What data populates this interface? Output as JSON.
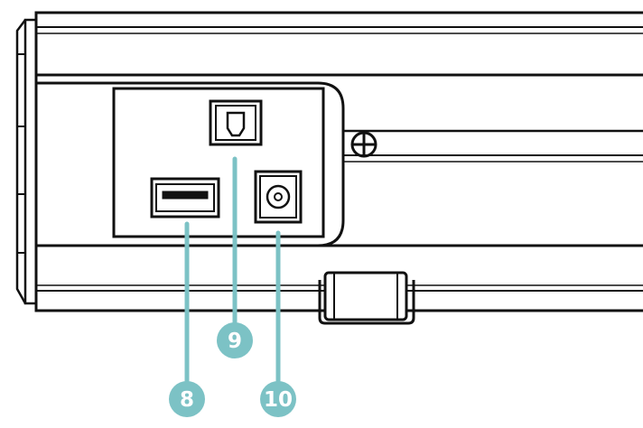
{
  "colors": {
    "outline": "#111111",
    "callout": "#7cc2c5",
    "callout_text": "#ffffff",
    "background": "#ffffff"
  },
  "icons": {
    "usb_port": "usb-port-icon",
    "optical_port": "optical-port-icon",
    "dc_power_port": "dc-power-port-icon",
    "screw": "screw-icon",
    "clip": "cable-clip-icon"
  },
  "callouts": [
    {
      "id": "usb",
      "label": "8"
    },
    {
      "id": "optical",
      "label": "9"
    },
    {
      "id": "power",
      "label": "10"
    }
  ]
}
